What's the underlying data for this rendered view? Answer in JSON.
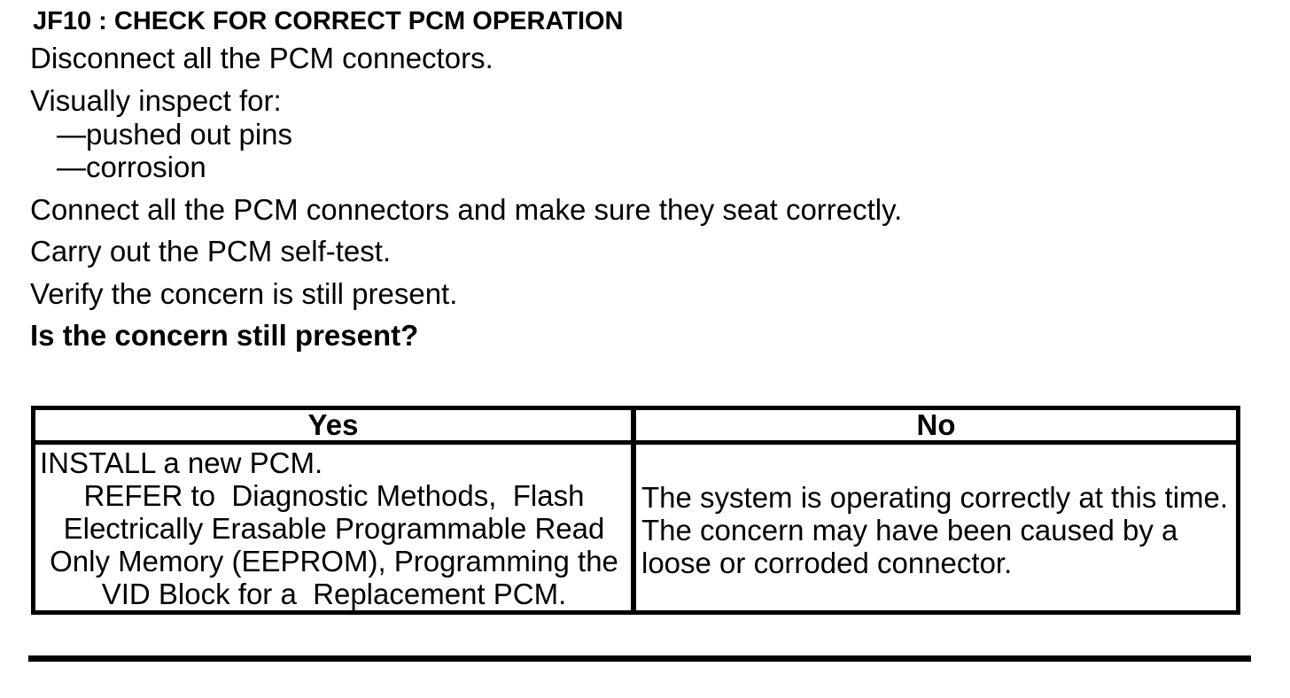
{
  "procedure": {
    "heading": "JF10 : CHECK FOR CORRECT PCM OPERATION",
    "step_disconnect": "Disconnect all the PCM connectors.",
    "step_inspect": "Visually inspect for:",
    "inspect_items": [
      "—pushed out pins",
      "—corrosion"
    ],
    "step_connect": "Connect all the PCM connectors and make sure they seat correctly.",
    "step_selftest": "Carry out the PCM self-test.",
    "step_verify": "Verify the concern is still present.",
    "question": "Is the concern still present?"
  },
  "results_table": {
    "columns": [
      "Yes",
      "No"
    ],
    "yes_lines": [
      "INSTALL a new PCM.",
      "REFER to  Diagnostic Methods,  Flash",
      "Electrically Erasable Programmable Read",
      "Only Memory (EEPROM), Programming the",
      "VID Block for a  Replacement PCM."
    ],
    "no_lines": [
      "The system is operating correctly at this time.",
      "The concern may have been caused by a",
      "loose or corroded connector."
    ]
  },
  "colors": {
    "text": "#000000",
    "background": "#ffffff",
    "border": "#000000"
  }
}
